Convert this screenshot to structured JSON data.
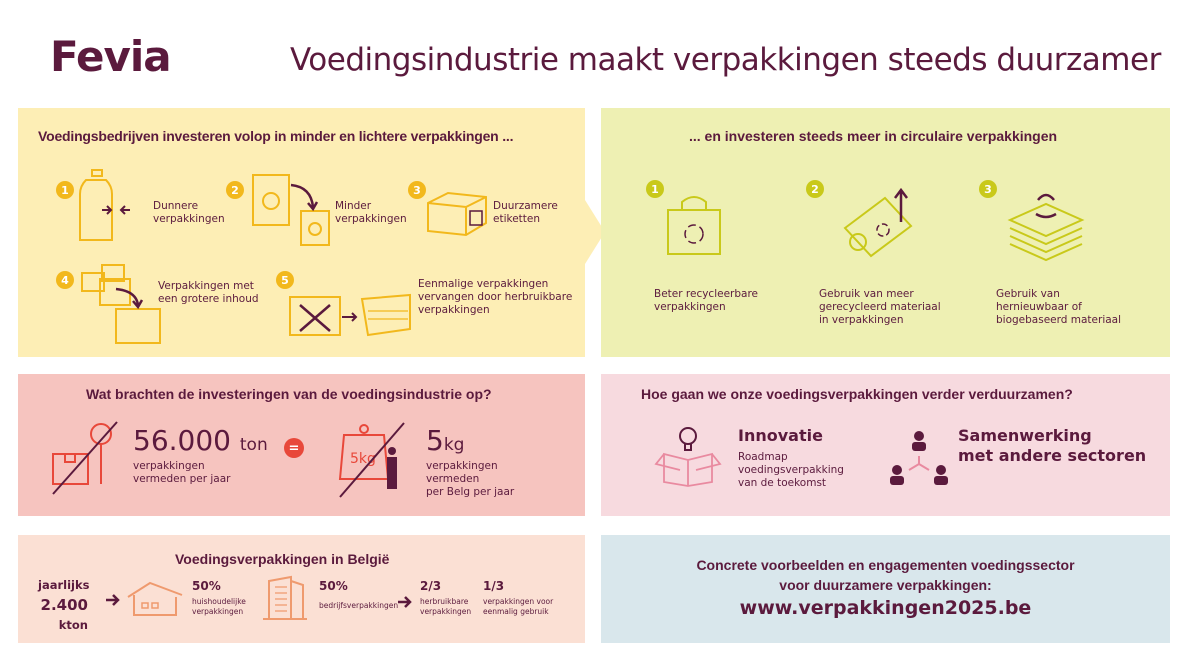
{
  "header": {
    "logo": "Fevia",
    "title": "Voedingsindustrie maakt verpakkingen steeds duurzamer"
  },
  "investments": {
    "heading": "Voedingsbedrijven investeren volop in minder en lichtere verpakkingen ...",
    "items": [
      {
        "n": "1",
        "l1": "Dunnere",
        "l2": "verpakkingen"
      },
      {
        "n": "2",
        "l1": "Minder",
        "l2": "verpakkingen"
      },
      {
        "n": "3",
        "l1": "Duurzamere",
        "l2": "etiketten"
      },
      {
        "n": "4",
        "l1": "Verpakkingen met",
        "l2": "een grotere inhoud"
      },
      {
        "n": "5",
        "l1": "Eenmalige verpakkingen",
        "l2": "vervangen door herbruikbare",
        "l3": "verpakkingen"
      }
    ]
  },
  "circular": {
    "heading": "... en investeren steeds meer in circulaire verpakkingen",
    "items": [
      {
        "n": "1",
        "l1": "Beter recycleerbare",
        "l2": "verpakkingen"
      },
      {
        "n": "2",
        "l1": "Gebruik van meer",
        "l2": "gerecycleerd materiaal",
        "l3": "in verpakkingen"
      },
      {
        "n": "3",
        "l1": "Gebruik van",
        "l2": "hernieuwbaar of",
        "l3": "biogebaseerd materiaal"
      }
    ]
  },
  "results": {
    "heading": "Wat brachten de investeringen van de voedingsindustrie op?",
    "value1": "56.000",
    "unit1": "ton",
    "desc1a": "verpakkingen",
    "desc1b": "vermeden per jaar",
    "equals": "=",
    "icon_kg": "5kg",
    "value2": "5",
    "unit2": "kg",
    "desc2a": "verpakkingen",
    "desc2b": "vermeden",
    "desc2c": "per Belg per jaar"
  },
  "future": {
    "heading": "Hoe gaan we onze voedingsverpakkingen verder verduurzamen?",
    "innov_title": "Innovatie",
    "innov_l1": "Roadmap",
    "innov_l2": "voedingsverpakking",
    "innov_l3": "van de toekomst",
    "collab_l1": "Samenwerking",
    "collab_l2": "met andere sectoren"
  },
  "belgium": {
    "heading": "Voedingsverpakkingen in België",
    "yearly": "jaarlijks",
    "amount": "2.400",
    "unit": "kton",
    "house_pct": "50%",
    "house_l1": "huishoudelijke",
    "house_l2": "verpakkingen",
    "biz_pct": "50%",
    "biz_l1": "bedrijfsverpakkingen",
    "reuse_frac": "2/3",
    "reuse_l1": "herbruikbare",
    "reuse_l2": "verpakkingen",
    "single_frac": "1/3",
    "single_l1": "verpakkingen voor",
    "single_l2": "eenmalig gebruik"
  },
  "cta": {
    "l1": "Concrete voorbeelden en engagementen voedingssector",
    "l2": "voor duurzamere verpakkingen:",
    "url": "www.verpakkingen2025.be"
  },
  "colors": {
    "purple": "#5b1a3d",
    "yellow": "#f2b81c",
    "green": "#c9c91a",
    "red": "#e8483a",
    "peach": "#ef9a6e"
  }
}
